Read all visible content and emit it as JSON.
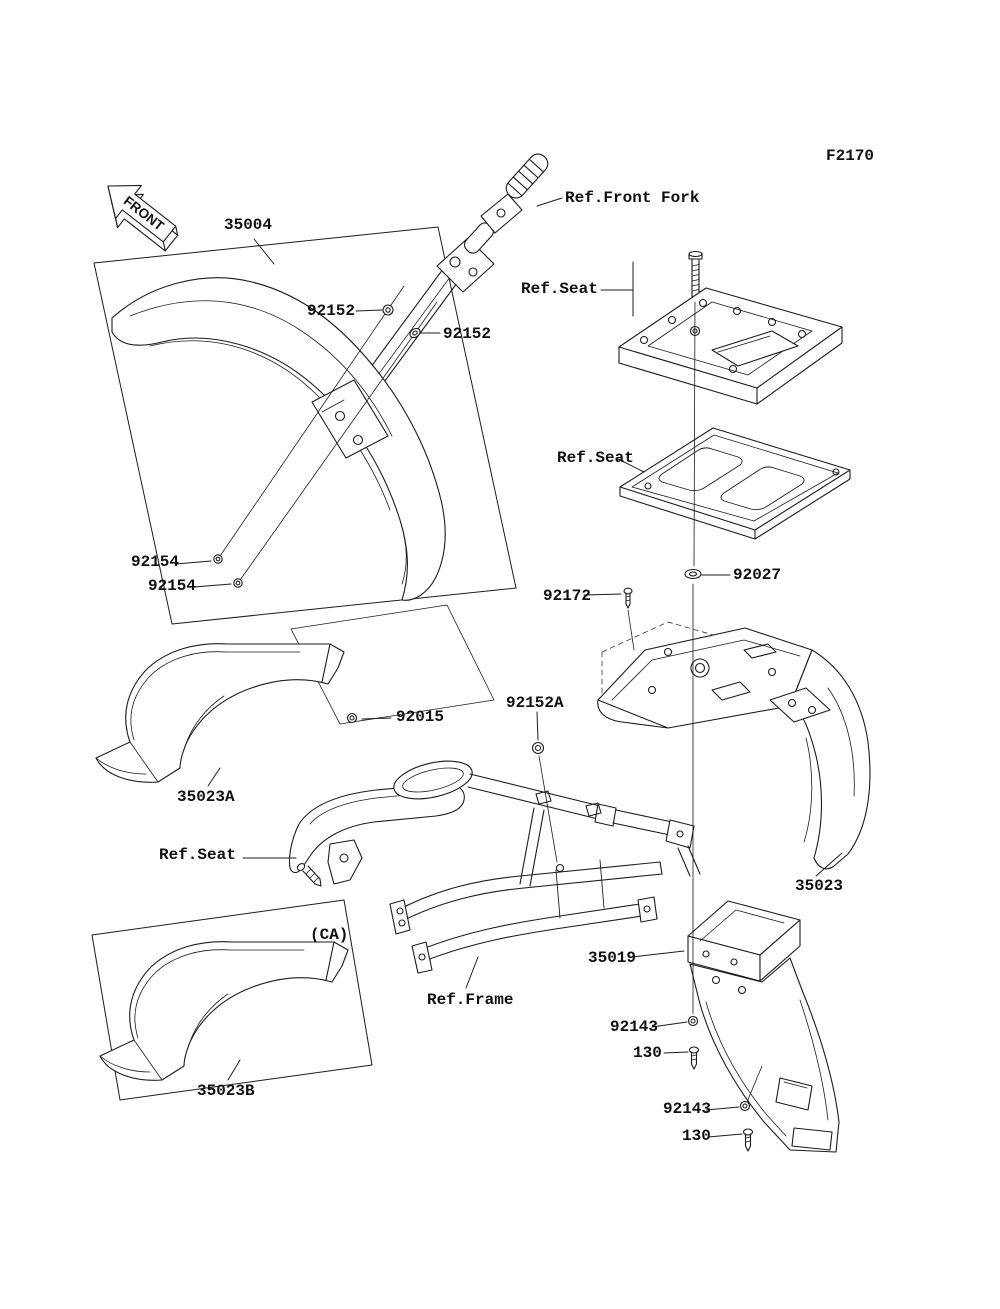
{
  "labels": {
    "figure_code": "F2170",
    "front_arrow": "FRONT",
    "front_fender": "35004",
    "ref_front_fork": "Ref.Front Fork",
    "washer_92152_left": "92152",
    "washer_92152_right": "92152",
    "fastener_92154_upper": "92154",
    "fastener_92154_lower": "92154",
    "ref_seat_top": "Ref.Seat",
    "ref_seat_middle": "Ref.Seat",
    "ref_seat_lower": "Ref.Seat",
    "washer_92027": "92027",
    "screw_92172": "92172",
    "bolt_92015": "92015",
    "inner_fender_a": "35023A",
    "washer_92152a": "92152A",
    "rear_fender": "35023",
    "rear_flap": "35019",
    "ref_frame": "Ref.Frame",
    "bolt_92143_upper": "92143",
    "screw_130_upper": "130",
    "bolt_92143_lower": "92143",
    "screw_130_lower": "130",
    "variant_ca": "(CA)",
    "inner_fender_b": "35023B"
  }
}
